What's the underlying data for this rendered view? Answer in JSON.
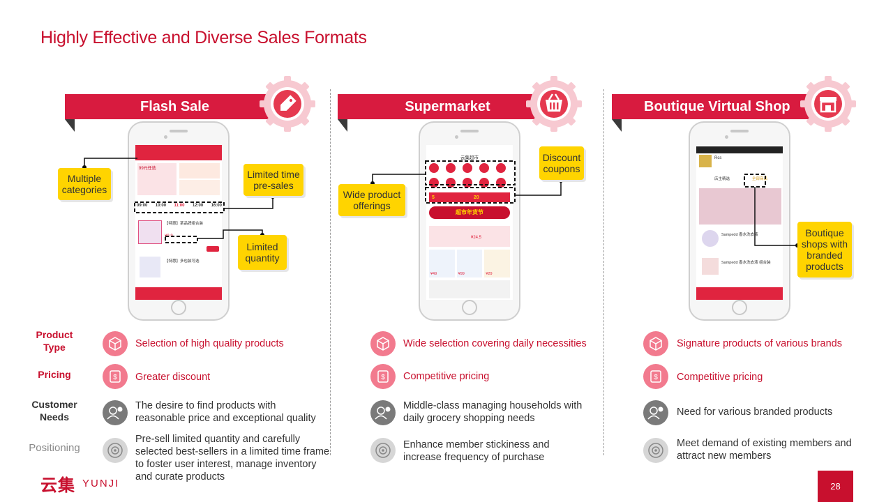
{
  "title": "Highly Effective and Diverse Sales Formats",
  "row_labels": {
    "product_type": "Product Type",
    "pricing": "Pricing",
    "customer_needs": "Customer Needs",
    "positioning": "Positioning"
  },
  "columns": [
    {
      "banner": "Flash Sale",
      "icon": "price-tag-icon",
      "callouts": [
        "Multiple categories",
        "Limited time pre-sales",
        "Limited quantity"
      ],
      "phone_screen": {
        "tabs": [
          "09:00",
          "10:00",
          "11:00",
          "12:00",
          "16:00"
        ],
        "header": "99元任选",
        "item_1": "【特惠】某品牌组合装",
        "item_2": "【特惠】多包装可选",
        "price": "¥9.9"
      },
      "product_type": "Selection of high quality products",
      "pricing": "Greater discount",
      "customer_needs": "The desire to find products with reasonable price and exceptional quality",
      "positioning": "Pre-sell limited quantity and carefully selected best-sellers in a limited time frame to foster user interest, manage inventory and curate products"
    },
    {
      "banner": "Supermarket",
      "icon": "basket-icon",
      "callouts": [
        "Wide product offerings",
        "Discount coupons"
      ],
      "phone_screen": {
        "header": "云集超市",
        "promo": "超市年货节",
        "coupon_1": "5",
        "coupon_2": "20",
        "price_1": "¥24.5",
        "price_2": "¥49",
        "price_3": "¥99",
        "price_4": "¥29"
      },
      "product_type": "Wide selection covering daily necessities",
      "pricing": "Competitive pricing",
      "customer_needs": "Middle-class managing households with daily grocery shopping needs",
      "positioning": "Enhance member stickiness and increase frequency of purchase"
    },
    {
      "banner": "Boutique Virtual Shop",
      "icon": "storefront-icon",
      "callouts": [
        "Boutique shops with branded products"
      ],
      "phone_screen": {
        "shop_name": "Rcs",
        "tab_1": "店主精选",
        "tab_2": "全部商品",
        "item_1": "Sampedd 香水洗衣液",
        "item_2": "Sampedd 香水洗衣液 组合装"
      },
      "product_type": "Signature products of various brands",
      "pricing": "Competitive pricing",
      "customer_needs": "Need for various branded products",
      "positioning": "Meet demand of existing members and attract new members"
    }
  ],
  "footer": {
    "logo_cn": "云集",
    "logo_en": "YUNJI",
    "page_number": "28"
  },
  "colors": {
    "accent": "#c8102e",
    "banner": "#d81b3f",
    "callout": "#ffd400",
    "icon_pink": "#f27a8e"
  }
}
